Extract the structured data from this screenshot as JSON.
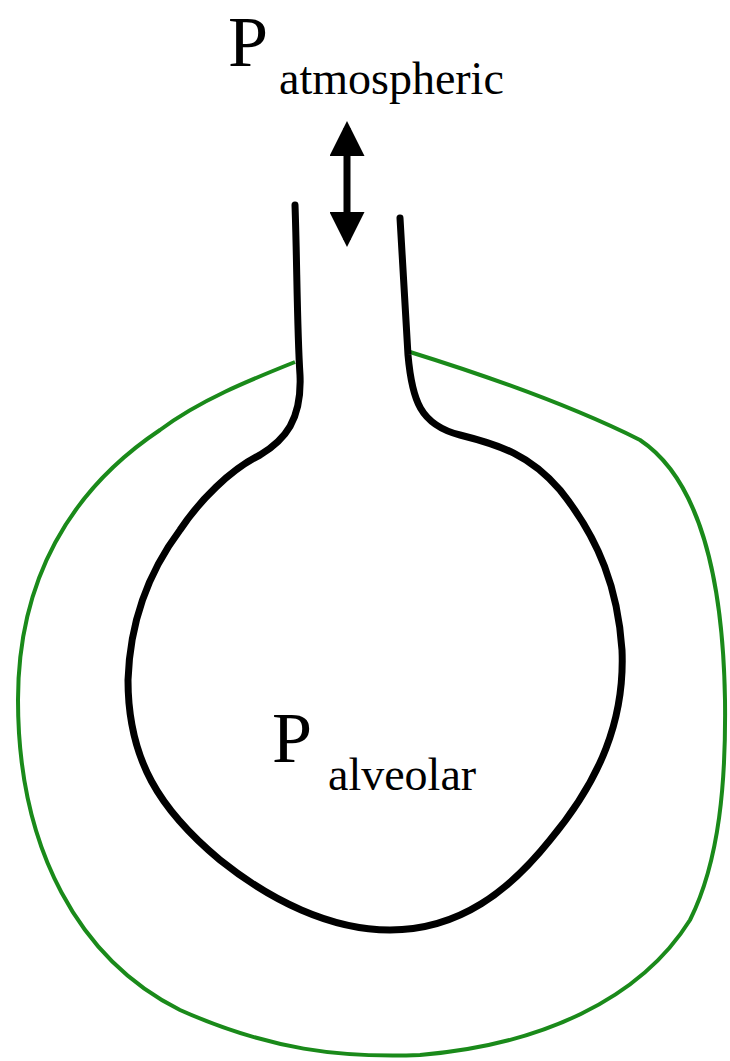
{
  "diagram": {
    "labels": [
      "P",
      "atmospheric",
      "P",
      "alveolar"
    ]
  }
}
